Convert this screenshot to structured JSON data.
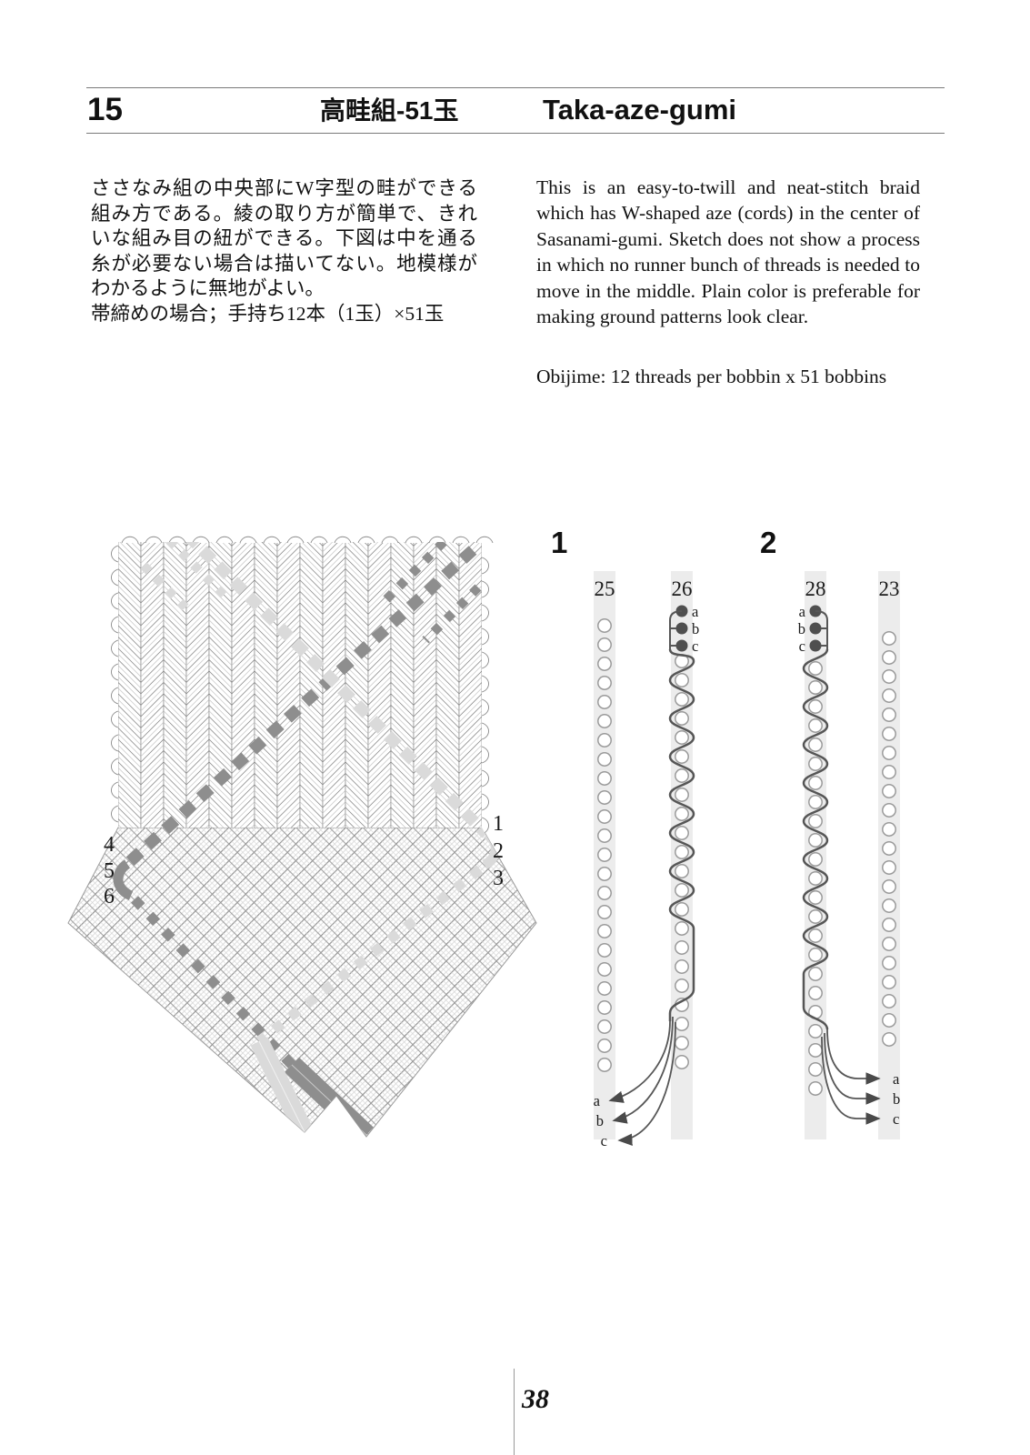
{
  "header": {
    "chapter_number": "15",
    "title_jp": "高畦組-51玉",
    "title_en": "Taka-aze-gumi"
  },
  "intro": {
    "jp": "ささなみ組の中央部にW字型の畦ができる組み方である。綾の取り方が簡単で、きれいな組み目の紐ができる。下図は中を通る糸が必要ない場合は描いてない。地模様がわかるように無地がよい。\n帯締めの場合；手持ち12本（1玉）×51玉",
    "en": "This is an easy-to-twill and neat-stitch braid which has W-shaped aze (cords) in the center of Sasanami-gumi. Sketch does not show a process in which no runner bunch of threads is needed to move in the middle. Plain color is preferable for making ground patterns look clear.",
    "en_obijime": "Obijime: 12 threads per bobbin x 51 bobbins"
  },
  "braid_diagram": {
    "left_labels": [
      "4",
      "5",
      "6"
    ],
    "right_labels": [
      "1",
      "2",
      "3"
    ]
  },
  "step_diagrams": [
    {
      "label": "1",
      "columns": [
        {
          "bobbin": "25",
          "holes": 24
        },
        {
          "bobbin": "26",
          "holes": 22,
          "woven_holes": 15,
          "thread_dots": [
            "a",
            "b",
            "c"
          ]
        }
      ],
      "exit_arrows": [
        "a",
        "b",
        "c"
      ]
    },
    {
      "label": "2",
      "columns": [
        {
          "bobbin": "28",
          "holes": 23,
          "woven_holes": 17,
          "thread_dots": [
            "a",
            "b",
            "c"
          ]
        },
        {
          "bobbin": "23",
          "holes": 22
        }
      ],
      "exit_arrows": [
        "a",
        "b",
        "c"
      ]
    }
  ],
  "page": {
    "number": "38"
  },
  "colors": {
    "dark_thread": "#8e8e8e",
    "light_thread": "#dadada",
    "line": "#565656",
    "strip_bg": "#ececec",
    "hole_stroke": "#9a9a9a"
  }
}
